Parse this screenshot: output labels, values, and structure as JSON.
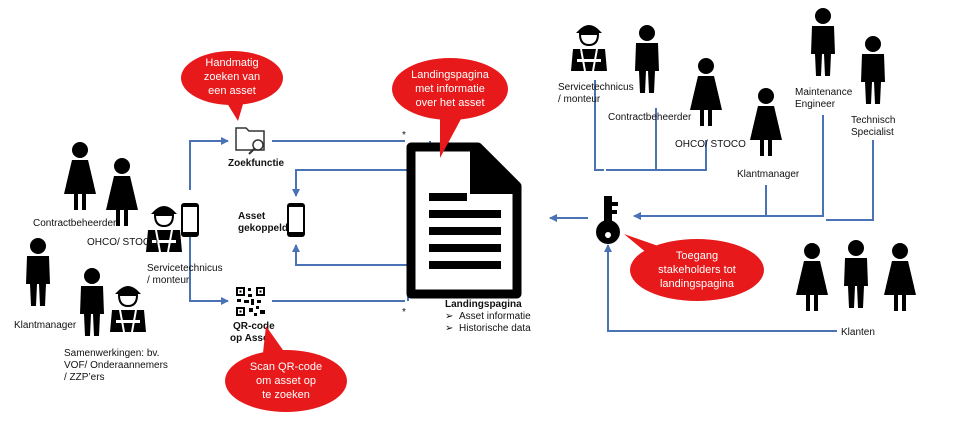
{
  "colors": {
    "connector": "#4a73b5",
    "callout": "#e8191a",
    "figure": "#000000"
  },
  "left_group": {
    "contractbeheerder": "Contractbeheerder",
    "ohco_stoco": "OHCO/ STOCO",
    "servicetechnicus": [
      "Servicetechnicus",
      "/ monteur"
    ],
    "klantmanager": "Klantmanager",
    "samenwerkingen": [
      "Samenwerkingen: bv.",
      "VOF/ Onderaannemers",
      "/ ZZP’ers"
    ]
  },
  "center": {
    "zoekfunctie": "Zoekfunctie",
    "asset_gekoppeld": [
      "Asset",
      "gekoppeld"
    ],
    "qr_code": [
      "QR-code",
      "op Asset"
    ],
    "asterisk_top": "*",
    "asterisk_bottom": "*",
    "landingspagina_title": "Landingspagina",
    "landingspagina_items": [
      "Asset informatie",
      "Historische data"
    ],
    "bullet": "➢"
  },
  "callouts": {
    "handmatig": [
      "Handmatig",
      "zoeken van",
      "een asset"
    ],
    "landingspagina": [
      "Landingspagina",
      "met informatie",
      "over het asset"
    ],
    "scan": [
      "Scan QR-code",
      "om asset op",
      "te zoeken"
    ],
    "toegang": [
      "Toegang",
      "stakeholders tot",
      "landingspagina"
    ]
  },
  "right_group": {
    "servicetechnicus": [
      "Servicetechnicus",
      "/ monteur"
    ],
    "contractbeheerder": "Contractbeheerder",
    "ohco_stoco": "OHCO/ STOCO",
    "klantmanager": "Klantmanager",
    "maintenance_engineer": [
      "Maintenance",
      "Engineer"
    ],
    "technisch_specialist": [
      "Technisch",
      "Specialist"
    ],
    "klanten": "Klanten"
  }
}
